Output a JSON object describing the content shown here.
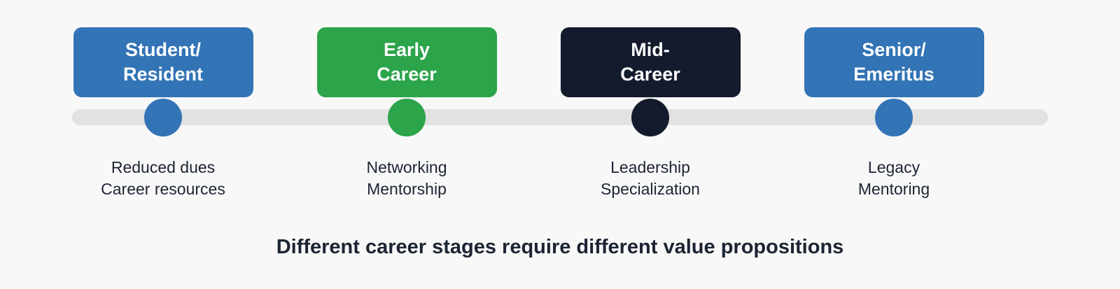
{
  "background_color": "#f8f8f8",
  "colors": {
    "bar": "#e2e2e2",
    "text": "#1c2433",
    "blue": "#3274b5",
    "green": "#2ca44a",
    "navy": "#131b2d"
  },
  "stages": [
    {
      "title": "Student/\nResident",
      "box_color": "#3274b5",
      "benefits": "Reduced dues\nCareer resources"
    },
    {
      "title": "Early\nCareer",
      "box_color": "#2ca44a",
      "benefits": "Networking\nMentorship"
    },
    {
      "title": "Mid-\nCareer",
      "box_color": "#131b2d",
      "benefits": "Leadership\nSpecialization"
    },
    {
      "title": "Senior/\nEmeritus",
      "box_color": "#3274b5",
      "benefits": "Legacy\nMentoring"
    }
  ],
  "caption": "Different career stages require different value propositions"
}
